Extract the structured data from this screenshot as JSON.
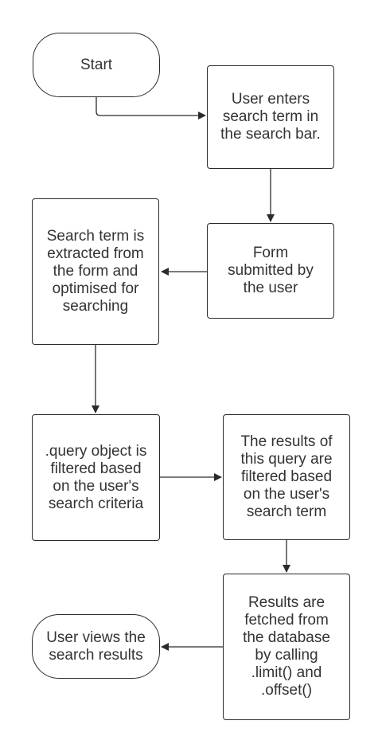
{
  "nodes": {
    "start": "Start",
    "enter": "User enters search term in the search bar.",
    "submit": "Form submitted by the user",
    "extract": "Search term is extracted from the form and optimised for searching",
    "query": ".query object is filtered based on the user's search criteria",
    "filter": "The results of this query are filtered based on the user's search term",
    "fetch": "Results are fetched from the database by calling .limit() and .offset()",
    "view": "User views the search results"
  },
  "colors": {
    "line": "#2b2b2b",
    "text": "#333333",
    "background": "#ffffff"
  }
}
